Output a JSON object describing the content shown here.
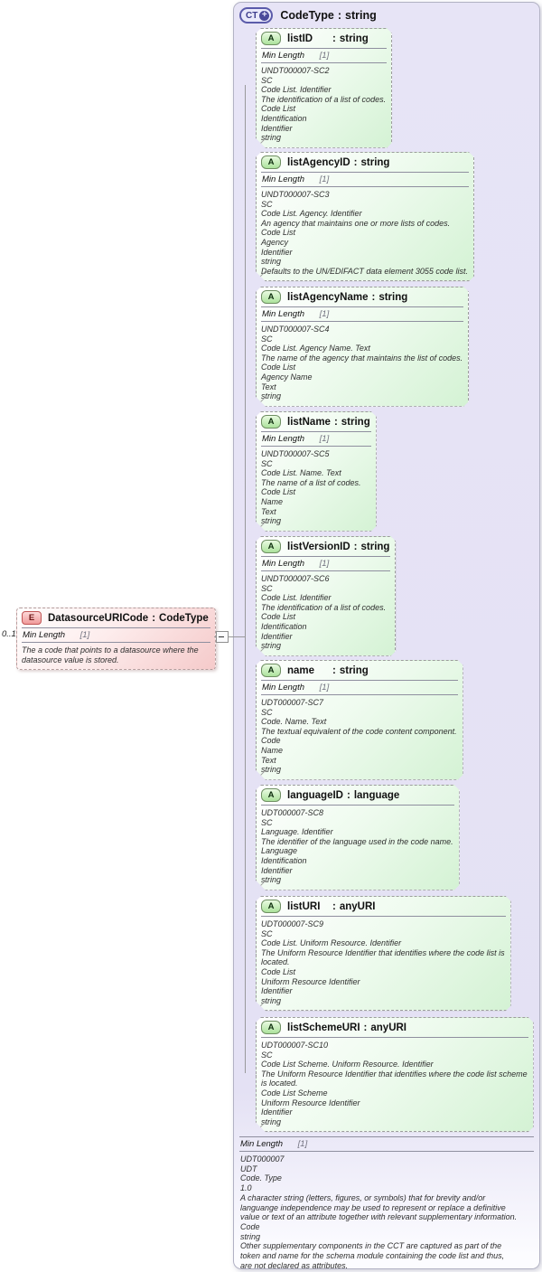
{
  "ui": {
    "colon": ":",
    "collapse_glyph": "-",
    "plus_glyph": "+"
  },
  "colors": {
    "container_fill": "#e6e3f5",
    "attribute_fill": "#d4f2d4",
    "element_fill": "#f5caca",
    "connector": "#99999b"
  },
  "element": {
    "badge": "E",
    "name": "DatasourceURICode",
    "type": "CodeType",
    "cardinality": "0..1",
    "facet": {
      "name": "Min Length",
      "value": "[1]"
    },
    "annotation_lines": [
      "The a code that points to a datasource where the",
      "datasource value is stored."
    ]
  },
  "complex_type": {
    "badge": "CT",
    "name": "CodeType",
    "type": "string",
    "attributes": [
      {
        "badge": "A",
        "name": "listID",
        "type": "string",
        "facet": {
          "name": "Min Length",
          "value": "[1]"
        },
        "annotation_lines": [
          "UNDT000007-SC2",
          "SC",
          "Code List. Identifier",
          "The identification of a list of codes.",
          "Code List",
          "Identification",
          "Identifier",
          "string"
        ]
      },
      {
        "badge": "A",
        "name": "listAgencyID",
        "type": "string",
        "facet": {
          "name": "Min Length",
          "value": "[1]"
        },
        "annotation_lines": [
          "UNDT000007-SC3",
          "SC",
          "Code List. Agency. Identifier",
          "An agency that maintains one or more lists of codes.",
          "Code List",
          "Agency",
          "Identifier",
          "string",
          "Defaults to the UN/EDIFACT data element 3055 code list."
        ]
      },
      {
        "badge": "A",
        "name": "listAgencyName",
        "type": "string",
        "facet": {
          "name": "Min Length",
          "value": "[1]"
        },
        "annotation_lines": [
          "UNDT000007-SC4",
          "SC",
          "Code List. Agency Name. Text",
          "The name of the agency that maintains the list of codes.",
          "Code List",
          "Agency Name",
          "Text",
          "string"
        ]
      },
      {
        "badge": "A",
        "name": "listName",
        "type": "string",
        "facet": {
          "name": "Min Length",
          "value": "[1]"
        },
        "annotation_lines": [
          "UNDT000007-SC5",
          "SC",
          "Code List. Name. Text",
          "The name of a list of codes.",
          "Code List",
          "Name",
          "Text",
          "string"
        ]
      },
      {
        "badge": "A",
        "name": "listVersionID",
        "type": "string",
        "facet": {
          "name": "Min Length",
          "value": "[1]"
        },
        "annotation_lines": [
          "UNDT000007-SC6",
          "SC",
          "Code List. Identifier",
          "The identification of a list of codes.",
          "Code List",
          "Identification",
          "Identifier",
          "string"
        ]
      },
      {
        "badge": "A",
        "name": "name",
        "type": "string",
        "facet": {
          "name": "Min Length",
          "value": "[1]"
        },
        "annotation_lines": [
          "UDT000007-SC7",
          "SC",
          "Code. Name. Text",
          "The textual equivalent of the code content component.",
          "Code",
          "Name",
          "Text",
          "string"
        ]
      },
      {
        "badge": "A",
        "name": "languageID",
        "type": "language",
        "facet": null,
        "annotation_lines": [
          "UDT000007-SC8",
          "SC",
          "Language. Identifier",
          "The identifier of the language used in the code name.",
          "Language",
          "Identification",
          "Identifier",
          "string"
        ]
      },
      {
        "badge": "A",
        "name": "listURI",
        "type": "anyURI",
        "facet": null,
        "annotation_lines": [
          "UDT000007-SC9",
          "SC",
          "Code List. Uniform Resource. Identifier",
          "The Uniform Resource Identifier that identifies where the code list is",
          "located.",
          "Code List",
          "Uniform Resource Identifier",
          "Identifier",
          "string"
        ]
      },
      {
        "badge": "A",
        "name": "listSchemeURI",
        "type": "anyURI",
        "facet": null,
        "annotation_lines": [
          "UDT000007-SC10",
          "SC",
          "Code List Scheme. Uniform Resource. Identifier",
          "The Uniform Resource Identifier that identifies where the code list scheme",
          "is located.",
          "Code List Scheme",
          "Uniform Resource Identifier",
          "Identifier",
          "string"
        ]
      }
    ],
    "facet": {
      "name": "Min Length",
      "value": "[1]"
    },
    "annotation_lines": [
      "UDT000007",
      "UDT",
      "Code. Type",
      "1.0",
      "A character string (letters, figures, or symbols) that for brevity and/or",
      "languange independence may be used to represent or replace a definitive",
      "value or text of an attribute together with relevant supplementary information.",
      "Code",
      "string",
      "Other supplementary components in the CCT are captured as part of the",
      "token and name for the schema module containing the code list and thus,",
      "are not declared as attributes."
    ]
  }
}
